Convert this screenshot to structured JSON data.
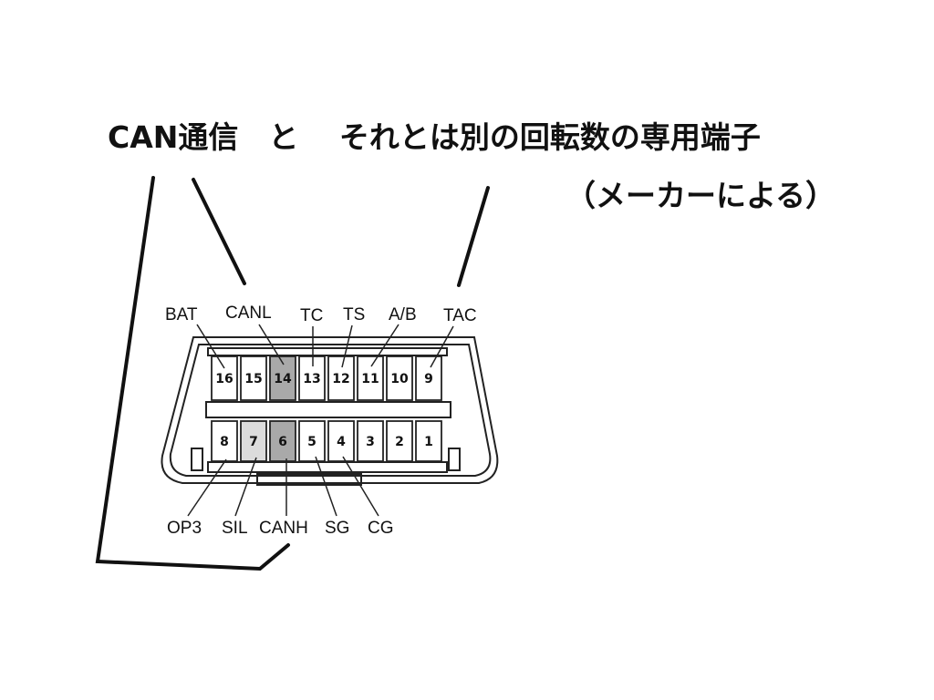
{
  "heading": {
    "main": "CAN通信　と　 それとは別の回転数の専用端子",
    "note": "（メーカーによる）"
  },
  "connector": {
    "top_row": [
      "16",
      "15",
      "14",
      "13",
      "12",
      "11",
      "10",
      "9"
    ],
    "bottom_row": [
      "8",
      "7",
      "6",
      "5",
      "4",
      "3",
      "2",
      "1"
    ],
    "top_labels": {
      "bat": "BAT",
      "canl": "CANL",
      "tc": "TC",
      "ts": "TS",
      "ab": "A/B",
      "tac": "TAC"
    },
    "bottom_labels": {
      "op3": "OP3",
      "sil": "SIL",
      "canh": "CANH",
      "sg": "SG",
      "cg": "CG"
    },
    "colors": {
      "can_pin_fill": "#a9a9a9",
      "sil_pin_fill": "#dcdcdc",
      "pin_fill": "#ffffff",
      "outline": "#222222"
    }
  }
}
